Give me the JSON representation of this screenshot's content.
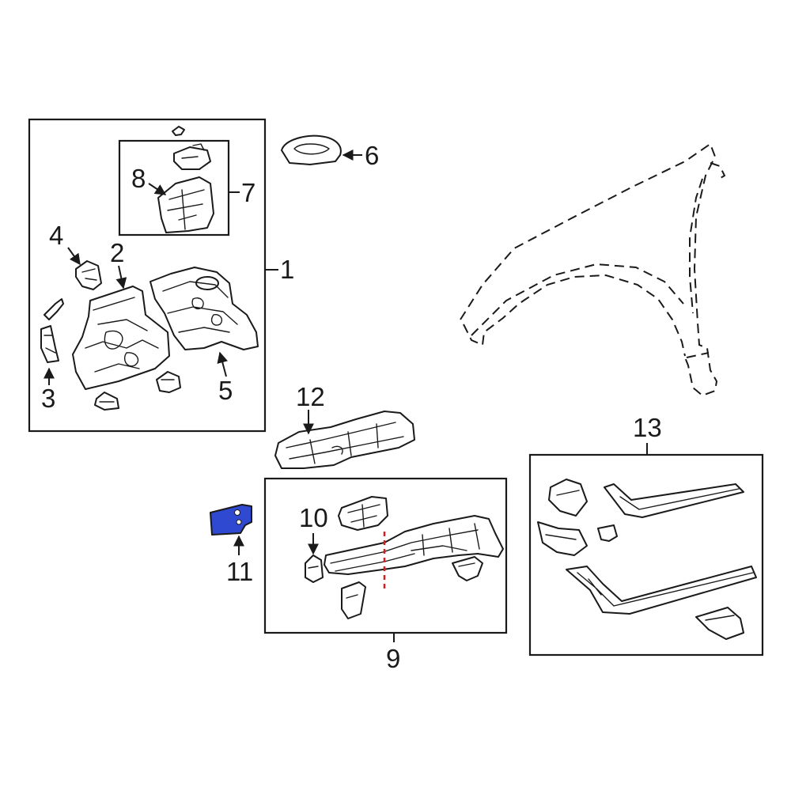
{
  "callouts": {
    "c1": "1",
    "c2": "2",
    "c3": "3",
    "c4": "4",
    "c5": "5",
    "c6": "6",
    "c7": "7",
    "c8": "8",
    "c9": "9",
    "c10": "10",
    "c11": "11",
    "c12": "12",
    "c13": "13"
  },
  "colors": {
    "line": "#1a1a1a",
    "highlight_fill": "#2f49d1",
    "cut_line": "#d42020",
    "background": "#ffffff"
  }
}
